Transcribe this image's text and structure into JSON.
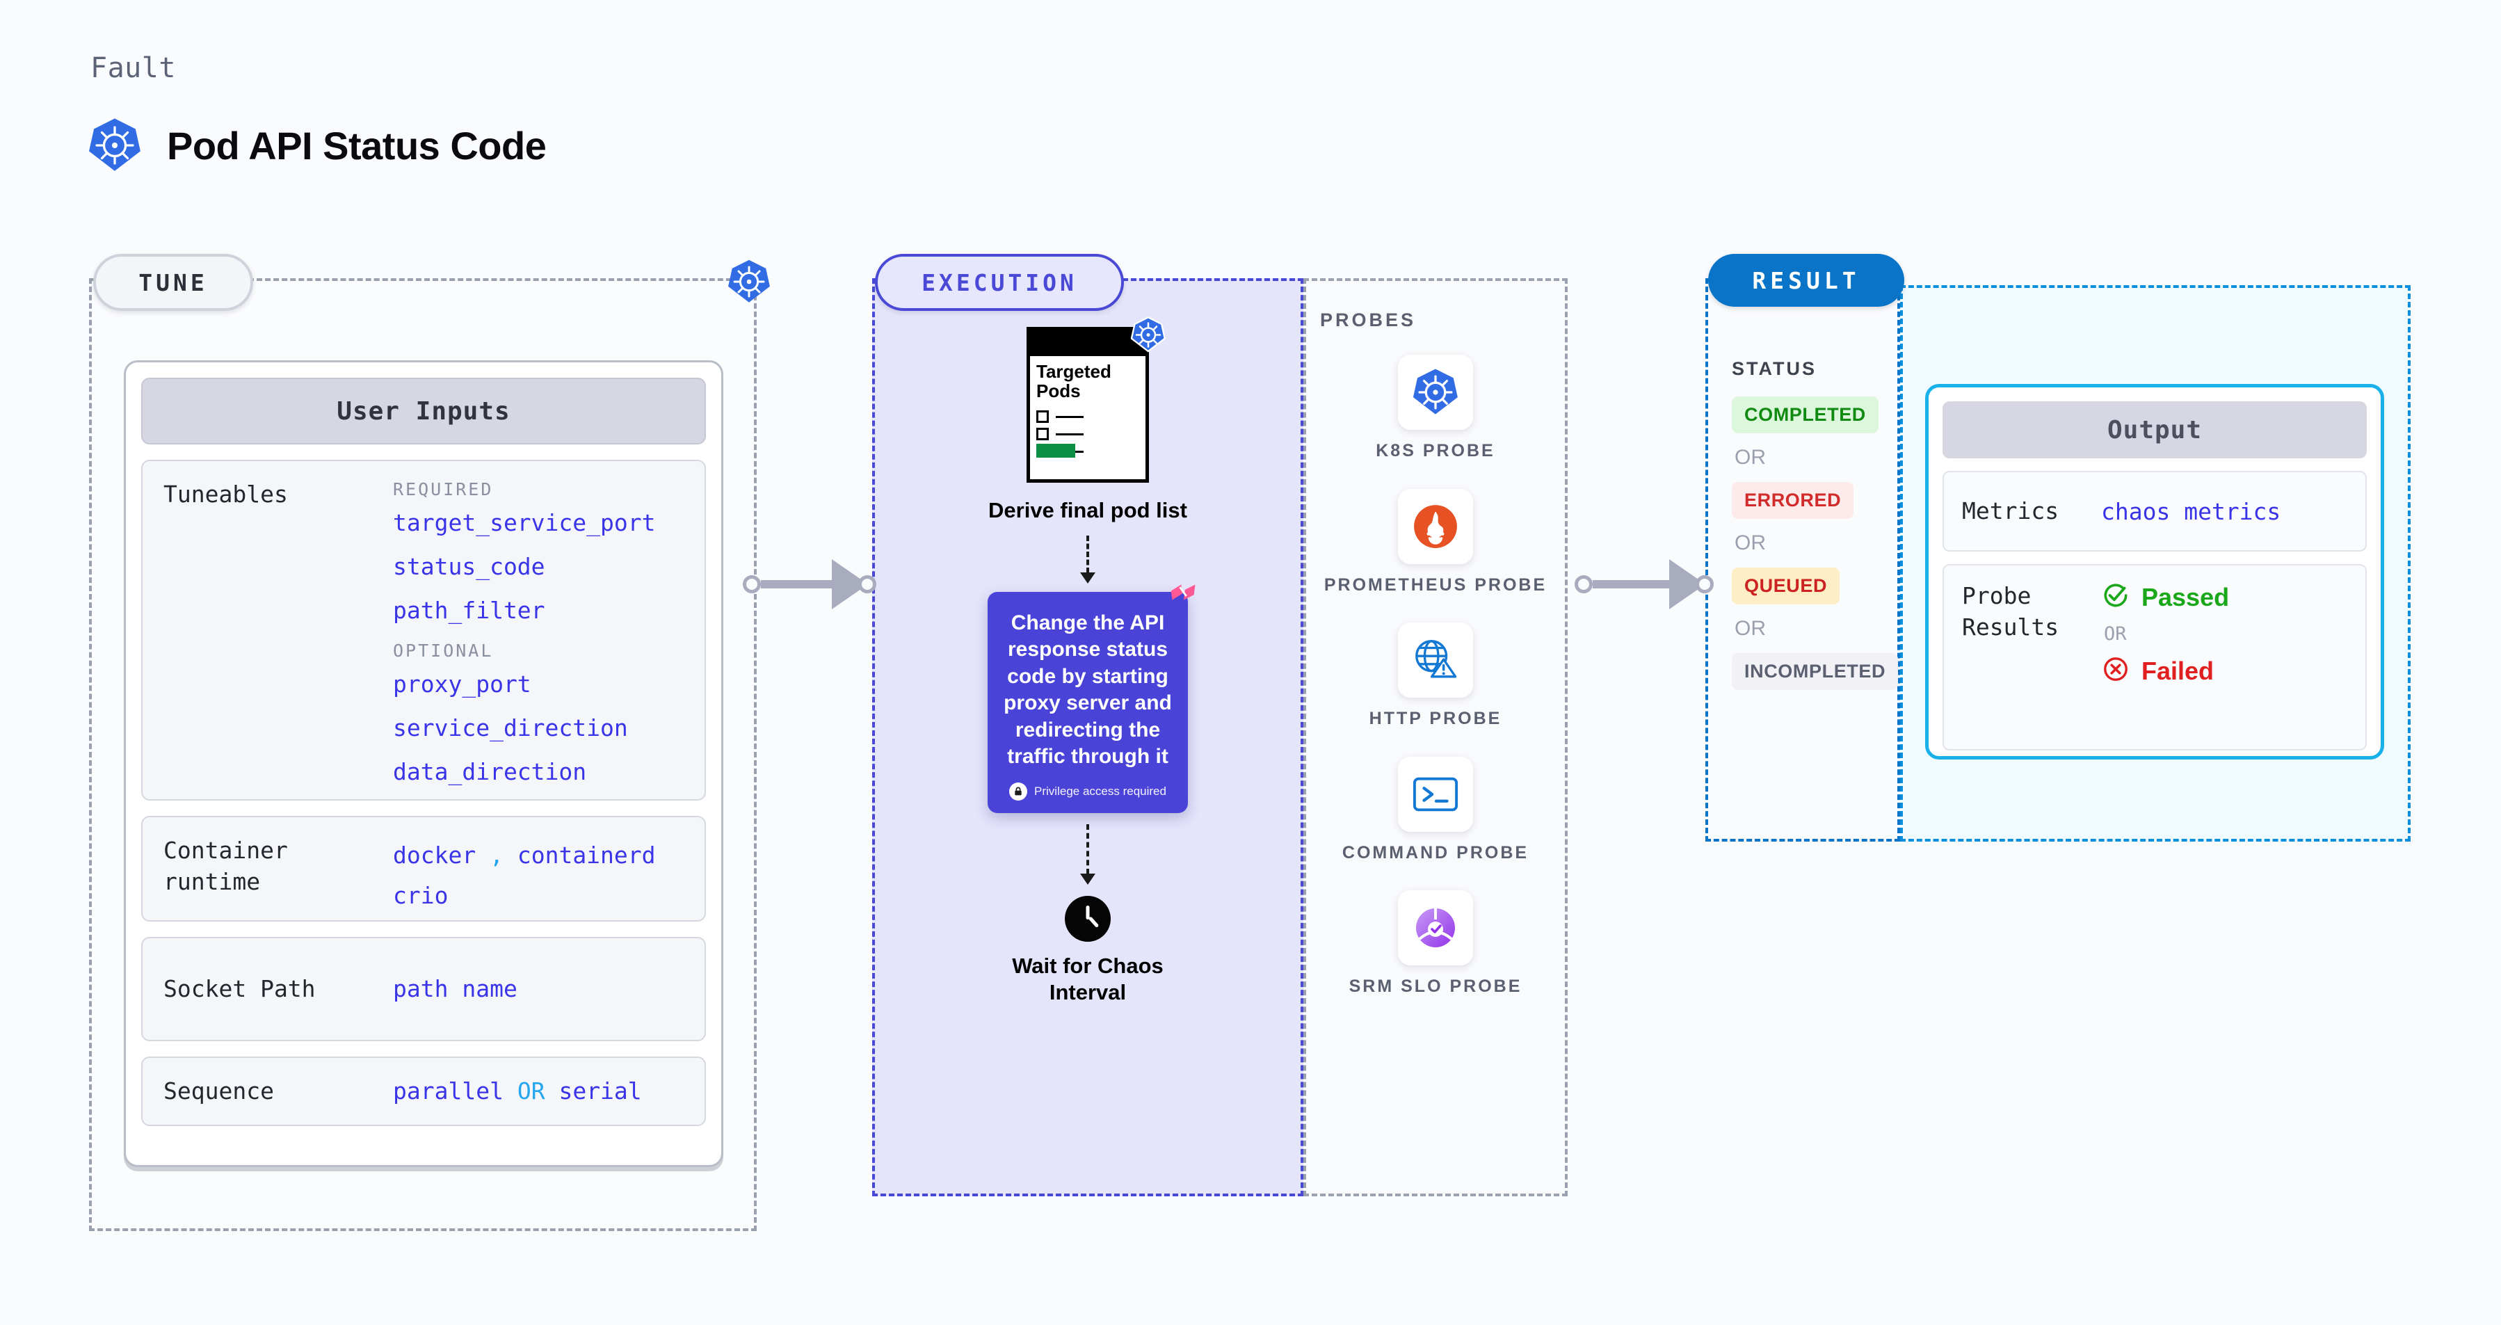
{
  "header": {
    "kicker": "Fault",
    "title": "Pod API Status Code",
    "logo_icon": "kubernetes-icon"
  },
  "sections": {
    "tune": {
      "pill_label": "TUNE",
      "boundary_icon": "kubernetes-icon"
    },
    "execution": {
      "pill_label": "EXECUTION"
    },
    "probes": {
      "heading": "PROBES"
    },
    "result": {
      "pill_label": "RESULT",
      "status_heading": "STATUS"
    }
  },
  "user_inputs": {
    "card_title": "User Inputs",
    "tuneables": {
      "label": "Tuneables",
      "required_heading": "REQUIRED",
      "required": [
        "target_service_port",
        "status_code",
        "path_filter"
      ],
      "optional_heading": "OPTIONAL",
      "optional": [
        "proxy_port",
        "service_direction",
        "data_direction"
      ]
    },
    "container_runtime": {
      "label": "Container runtime",
      "values": [
        "docker",
        "containerd",
        "crio"
      ],
      "separator": ","
    },
    "socket_path": {
      "label": "Socket Path",
      "value": "path name"
    },
    "sequence": {
      "label": "Sequence",
      "value_a": "parallel",
      "conjunction": "OR",
      "value_b": "serial"
    }
  },
  "execution": {
    "pod_doc": {
      "title": "Targeted Pods",
      "badge_icon": "kubernetes-icon"
    },
    "step_1_caption": "Derive final pod list",
    "action_card": {
      "text": "Change the API response status code by starting proxy server and redirecting the traffic through it",
      "privilege_note": "Privilege access required",
      "privilege_icon": "lock-icon",
      "corner_icon": "harness-logo-icon"
    },
    "step_2": {
      "icon": "clock-icon",
      "caption": "Wait for Chaos Interval"
    }
  },
  "probes": [
    {
      "name": "K8S PROBE",
      "icon": "kubernetes-icon"
    },
    {
      "name": "PROMETHEUS PROBE",
      "icon": "prometheus-icon"
    },
    {
      "name": "HTTP PROBE",
      "icon": "globe-warning-icon"
    },
    {
      "name": "COMMAND PROBE",
      "icon": "terminal-icon"
    },
    {
      "name": "SRM SLO PROBE",
      "icon": "srm-slo-icon"
    }
  ],
  "result": {
    "statuses": [
      {
        "label": "COMPLETED",
        "style": "completed"
      },
      {
        "label": "ERRORED",
        "style": "errored"
      },
      {
        "label": "QUEUED",
        "style": "queued"
      },
      {
        "label": "INCOMPLETED",
        "style": "incompleted"
      }
    ],
    "or_label": "OR"
  },
  "output": {
    "card_title": "Output",
    "metrics": {
      "label": "Metrics",
      "value": "chaos metrics"
    },
    "probe_results": {
      "label": "Probe Results",
      "passed": "Passed",
      "failed": "Failed",
      "or_label": "OR",
      "passed_icon": "check-circle-icon",
      "failed_icon": "x-circle-icon"
    }
  },
  "colors": {
    "kubernetes_blue": "#326ce5",
    "execution_purple": "#4a43d8",
    "result_blue": "#0a75c8",
    "output_cyan": "#1ab0ea",
    "value_indigo": "#3a34e8",
    "passed_green": "#1aa81a",
    "failed_red": "#e02020",
    "harness_pink": "#ff5995"
  }
}
